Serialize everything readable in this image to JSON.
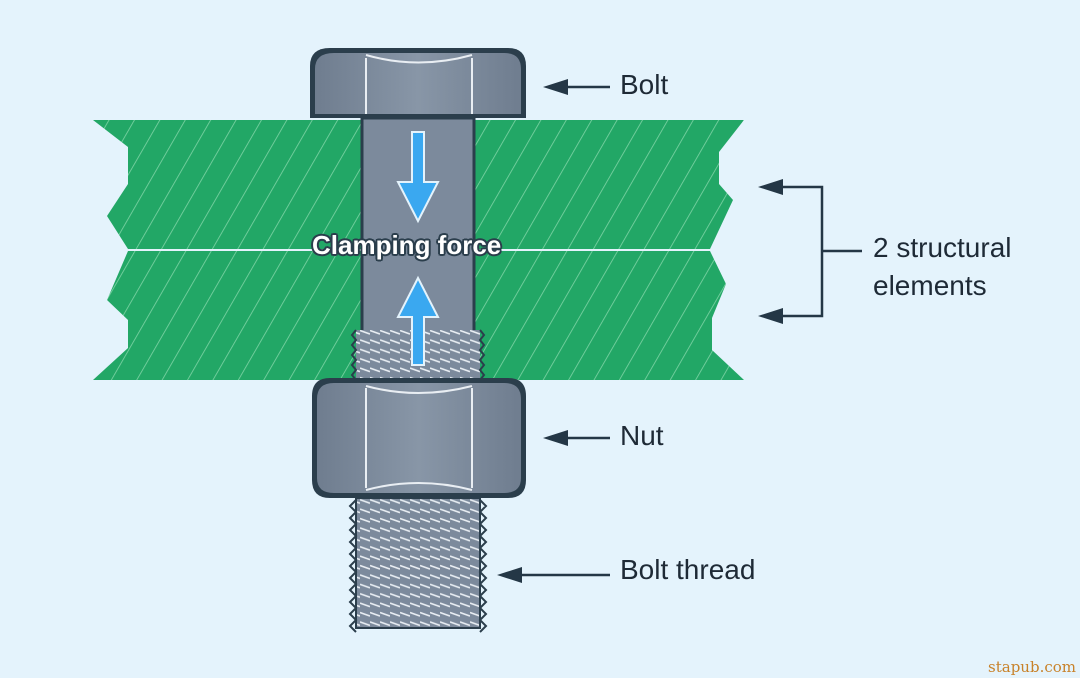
{
  "labels": {
    "bolt": "Bolt",
    "structural_line1": "2 structural",
    "structural_line2": "elements",
    "nut": "Nut",
    "bolt_thread": "Bolt thread",
    "clamping_force": "Clamping force"
  },
  "credit": "stapub.com",
  "colors": {
    "background": "#e4f3fc",
    "plate_green": "#22a766",
    "hatch": "#7fd4a6",
    "steel": "#7c8a9c",
    "steel_dark": "#2b3e4c",
    "force_arrow": "#3aa8f0",
    "leader": "#243746",
    "credit": "#c8822a"
  },
  "icons": {
    "force_down": "arrow-down-icon",
    "force_up": "arrow-up-icon",
    "leader": "arrow-left-icon"
  }
}
